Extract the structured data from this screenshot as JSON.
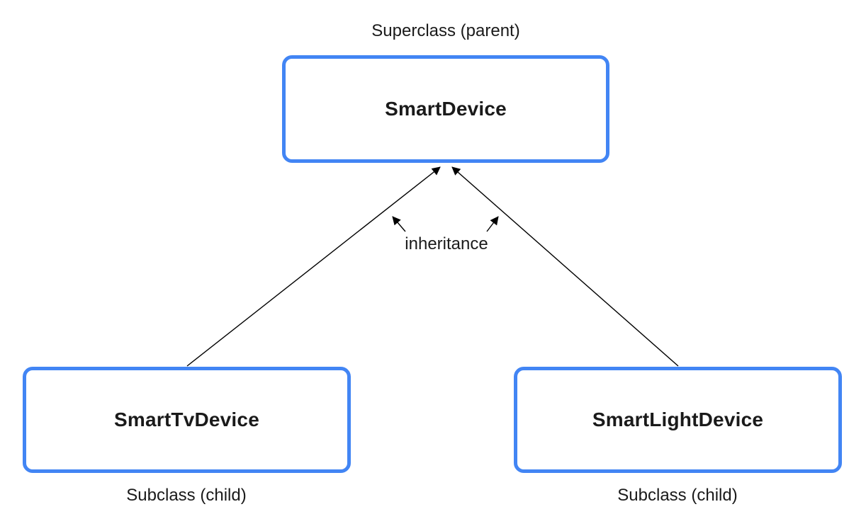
{
  "diagram": {
    "superclass": {
      "label": "Superclass (parent)",
      "name": "SmartDevice"
    },
    "subclasses": [
      {
        "name": "SmartTvDevice",
        "label": "Subclass (child)"
      },
      {
        "name": "SmartLightDevice",
        "label": "Subclass (child)"
      }
    ],
    "relationship_label": "inheritance",
    "colors": {
      "box_border": "#4285f4",
      "arrow": "#000000",
      "text": "#1a1a1a",
      "background": "#ffffff"
    }
  }
}
